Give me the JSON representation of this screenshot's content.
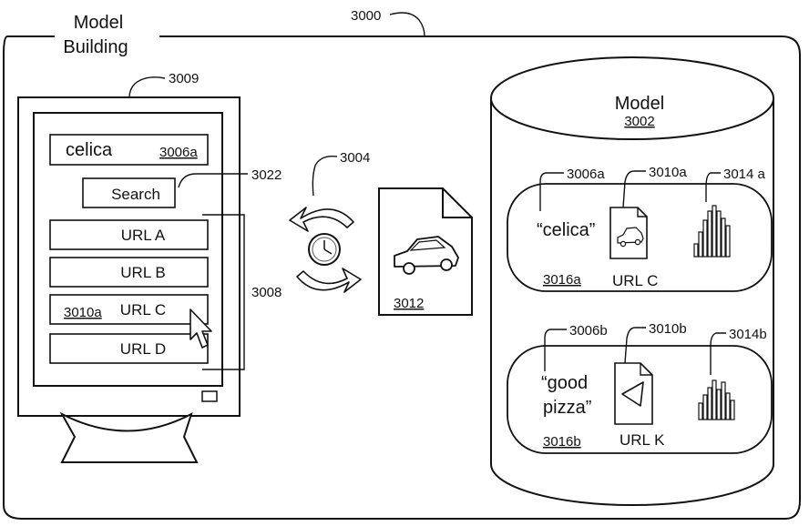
{
  "title": {
    "line1": "Model",
    "line2": "Building"
  },
  "refs": {
    "system": "3000",
    "model": "3002",
    "sync": "3004",
    "query_a": "3006a",
    "query_b": "3006b",
    "result_list": "3008",
    "monitor": "3009",
    "doc_a": "3010a",
    "doc_b": "3010b",
    "document": "3012",
    "hist_a": "3014 a",
    "hist_b": "3014b",
    "record_a": "3016a",
    "record_b": "3016b",
    "search": "3022"
  },
  "search": {
    "query": "celica",
    "button_label": "Search"
  },
  "results": [
    {
      "label": "URL A",
      "tag": ""
    },
    {
      "label": "URL B",
      "tag": ""
    },
    {
      "label": "URL C",
      "tag": "3010a"
    },
    {
      "label": "URL D",
      "tag": ""
    }
  ],
  "model": {
    "title": "Model",
    "records": [
      {
        "query_line1": "“celica”",
        "query_line2": "",
        "url": "URL C",
        "doc_icon": "car-icon"
      },
      {
        "query_line1": "“good",
        "query_line2": "pizza”",
        "url": "URL K",
        "doc_icon": "pizza-slice-icon"
      }
    ]
  },
  "icons": [
    "cursor-arrow-icon",
    "clock-icon",
    "sync-arrows-icon",
    "car-icon",
    "pizza-slice-icon",
    "histogram-icon"
  ]
}
